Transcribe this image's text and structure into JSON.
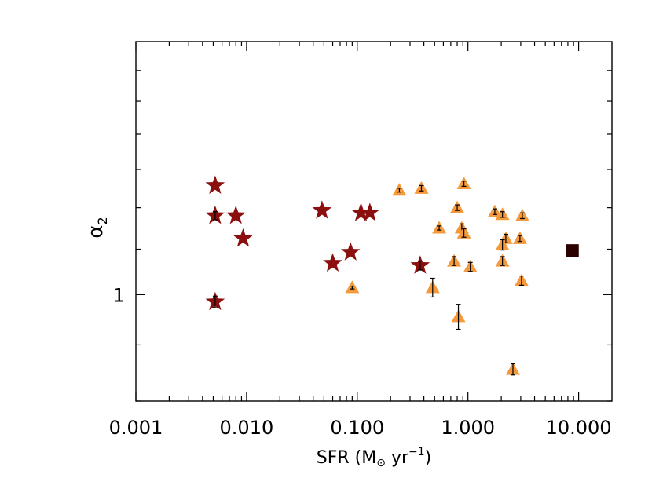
{
  "chart_data": {
    "type": "scatter",
    "title": "",
    "xlabel_parts": {
      "pre": "SFR (M",
      "sun": "⊙",
      "mid": " yr",
      "sup": "−1",
      "post": ")"
    },
    "ylabel_parts": {
      "alpha": "α",
      "sub": "2"
    },
    "xscale": "log",
    "yscale": "log",
    "xlim": [
      0.001,
      20
    ],
    "ylim": [
      0.8,
      1.7
    ],
    "x_ticks": [
      {
        "value": 0.001,
        "label": "0.001"
      },
      {
        "value": 0.01,
        "label": "0.010"
      },
      {
        "value": 0.1,
        "label": "0.100"
      },
      {
        "value": 1,
        "label": "1.000"
      },
      {
        "value": 10,
        "label": "10.000"
      }
    ],
    "y_ticks": [
      {
        "value": 1,
        "label": "1"
      }
    ],
    "grid": false,
    "series": [
      {
        "marker": "star",
        "color": "#8b0f0f",
        "points": [
          {
            "x": 0.0052,
            "y": 1.257,
            "err": 0
          },
          {
            "x": 0.0052,
            "y": 1.18,
            "err": 0.01
          },
          {
            "x": 0.008,
            "y": 1.18,
            "err": 0
          },
          {
            "x": 0.0093,
            "y": 1.125,
            "err": 0
          },
          {
            "x": 0.0052,
            "y": 0.985,
            "err": 0.012
          },
          {
            "x": 0.048,
            "y": 1.193,
            "err": 0
          },
          {
            "x": 0.06,
            "y": 1.068,
            "err": 0
          },
          {
            "x": 0.087,
            "y": 1.093,
            "err": 0
          },
          {
            "x": 0.108,
            "y": 1.187,
            "err": 0
          },
          {
            "x": 0.13,
            "y": 1.187,
            "err": 0
          },
          {
            "x": 0.37,
            "y": 1.063,
            "err": 0.01
          }
        ]
      },
      {
        "marker": "triangle",
        "color": "#f59a3c",
        "points": [
          {
            "x": 0.24,
            "y": 1.245,
            "err": 0.005
          },
          {
            "x": 0.38,
            "y": 1.25,
            "err": 0.007
          },
          {
            "x": 0.92,
            "y": 1.262,
            "err": 0.007
          },
          {
            "x": 0.8,
            "y": 1.2,
            "err": 0.007
          },
          {
            "x": 1.75,
            "y": 1.19,
            "err": 0.007
          },
          {
            "x": 2.05,
            "y": 1.183,
            "err": 0.007
          },
          {
            "x": 3.1,
            "y": 1.18,
            "err": 0.007
          },
          {
            "x": 0.55,
            "y": 1.15,
            "err": 0.005
          },
          {
            "x": 0.88,
            "y": 1.15,
            "err": 0.01
          },
          {
            "x": 0.92,
            "y": 1.138,
            "err": 0.01
          },
          {
            "x": 2.2,
            "y": 1.125,
            "err": 0.01
          },
          {
            "x": 2.95,
            "y": 1.125,
            "err": 0.007
          },
          {
            "x": 2.05,
            "y": 1.11,
            "err": 0.012
          },
          {
            "x": 0.75,
            "y": 1.073,
            "err": 0.01
          },
          {
            "x": 2.05,
            "y": 1.073,
            "err": 0.01
          },
          {
            "x": 1.05,
            "y": 1.06,
            "err": 0.01
          },
          {
            "x": 0.09,
            "y": 1.015,
            "err": 0.003
          },
          {
            "x": 0.48,
            "y": 1.015,
            "err": 0.02
          },
          {
            "x": 3.05,
            "y": 1.03,
            "err": 0.01
          },
          {
            "x": 0.82,
            "y": 0.955,
            "err": 0.025
          },
          {
            "x": 2.55,
            "y": 0.855,
            "err": 0.01
          }
        ]
      },
      {
        "marker": "square",
        "color": "#2b0000",
        "points": [
          {
            "x": 8.8,
            "y": 1.097,
            "err": 0
          }
        ]
      }
    ]
  }
}
